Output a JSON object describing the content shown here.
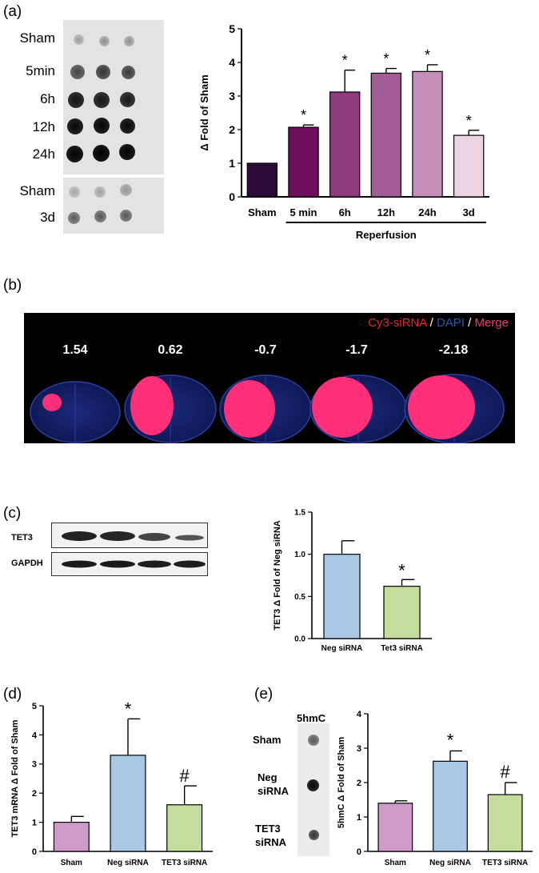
{
  "panels": {
    "a": {
      "label": "(a)",
      "blot_rows": [
        "Sham",
        "5min",
        "6h",
        "12h",
        "24h"
      ],
      "blot_rows_bottom": [
        "Sham",
        "3d"
      ],
      "chart_data": {
        "type": "bar",
        "categories": [
          "Sham",
          "5 min",
          "6h",
          "12h",
          "24h",
          "3d"
        ],
        "values": [
          1.0,
          2.07,
          3.12,
          3.68,
          3.73,
          1.83
        ],
        "errors": [
          0,
          0.07,
          0.65,
          0.14,
          0.2,
          0.15
        ],
        "significance": [
          "",
          "*",
          "*",
          "*",
          "*",
          "*"
        ],
        "colors": [
          "#2c0a3a",
          "#6b0f5b",
          "#8e3a80",
          "#a45c96",
          "#c58fb9",
          "#eed3e4"
        ],
        "ylabel": "Δ Fold of Sham",
        "ylim": [
          0,
          5
        ],
        "yticks": [
          0,
          1,
          2,
          3,
          4,
          5
        ],
        "group_label": "Reperfusion"
      }
    },
    "b": {
      "label": "(b)",
      "legend": {
        "cy3": "Cy3-siRNA",
        "sep1": " / ",
        "dapi": "DAPI",
        "sep2": " / ",
        "merge": "Merge"
      },
      "colors": {
        "cy3": "#e6262f",
        "dapi": "#2a5aa8",
        "merge": "#e83a7a"
      },
      "slices": [
        "1.54",
        "0.62",
        "-0.7",
        "-1.7",
        "-2.18"
      ]
    },
    "c": {
      "label": "(c)",
      "blot_labels": [
        "TET3",
        "GAPDH"
      ],
      "chart_data": {
        "type": "bar",
        "categories": [
          "Neg siRNA",
          "Tet3 siRNA"
        ],
        "values": [
          1.0,
          0.62
        ],
        "errors": [
          0.16,
          0.08
        ],
        "significance": [
          "",
          "*"
        ],
        "colors": [
          "#a9c8e6",
          "#c5dd9c"
        ],
        "ylabel": "TET3 Δ Fold of Neg siRNA",
        "ylim": [
          0,
          1.5
        ],
        "yticks": [
          "0.0",
          "0.5",
          "1.0",
          "1.5"
        ]
      }
    },
    "d": {
      "label": "(d)",
      "chart_data": {
        "type": "bar",
        "categories": [
          "Sham",
          "Neg siRNA",
          "TET3 siRNA"
        ],
        "values": [
          1.0,
          3.3,
          1.6
        ],
        "errors": [
          0.2,
          1.25,
          0.65
        ],
        "significance": [
          "",
          "*",
          "#"
        ],
        "colors": [
          "#cf9bc8",
          "#a9c8e6",
          "#c5dd9c"
        ],
        "ylabel": "TET3 mRNA Δ Fold of Sham",
        "ylim": [
          0,
          5
        ],
        "yticks": [
          0,
          1,
          2,
          3,
          4,
          5
        ]
      }
    },
    "e": {
      "label": "(e)",
      "blot_title": "5hmC",
      "blot_rows": [
        [
          "Sham"
        ],
        [
          "Neg",
          "siRNA"
        ],
        [
          "TET3",
          "siRNA"
        ]
      ],
      "chart_data": {
        "type": "bar",
        "categories": [
          "Sham",
          "Neg siRNA",
          "TET3 siRNA"
        ],
        "values": [
          1.4,
          2.62,
          1.65
        ],
        "errors": [
          0.07,
          0.3,
          0.35
        ],
        "significance": [
          "",
          "*",
          "#"
        ],
        "colors": [
          "#cf9bc8",
          "#a9c8e6",
          "#c5dd9c"
        ],
        "ylabel": "5hmC Δ Fold of Sham",
        "ylim": [
          0,
          4
        ],
        "yticks": [
          0,
          1,
          2,
          3,
          4
        ]
      }
    }
  }
}
